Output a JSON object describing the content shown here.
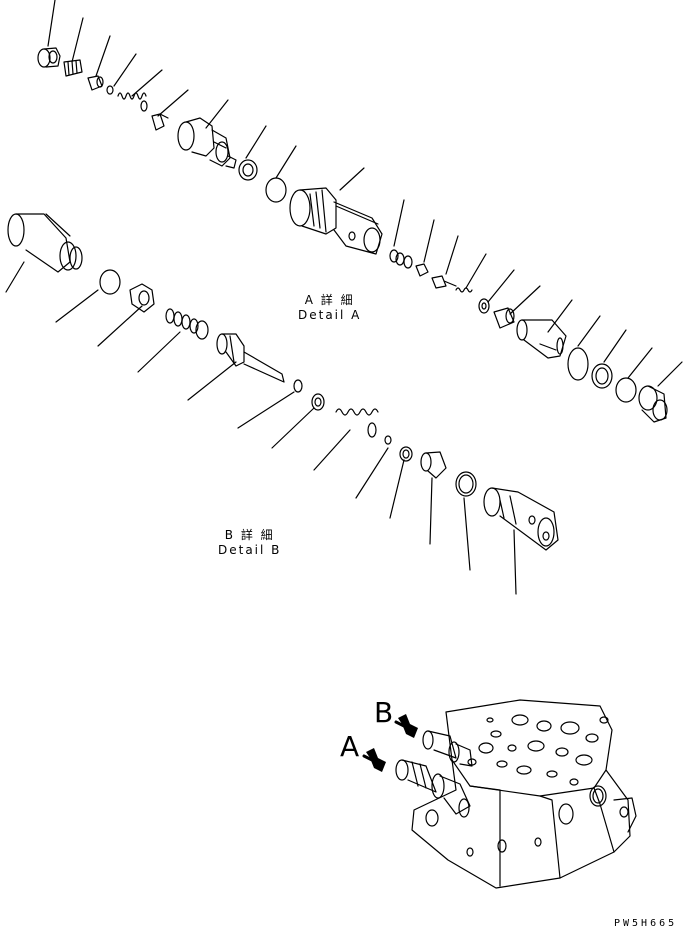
{
  "detail_a": {
    "jp": "A 詳 細",
    "en": "Detail A"
  },
  "detail_b": {
    "jp": "B 詳 細",
    "en": "Detail B"
  },
  "view_markers": {
    "a": "A",
    "b": "B"
  },
  "drawing_code": "PW5H665"
}
